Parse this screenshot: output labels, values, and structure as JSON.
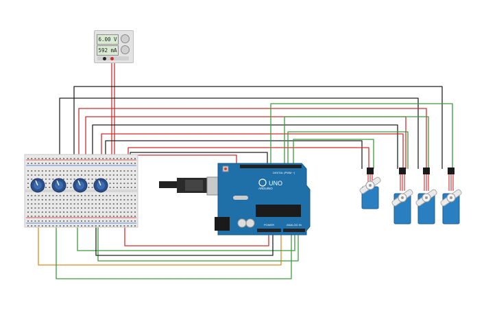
{
  "app": {
    "canvas_background": "#ffffff"
  },
  "power_supply": {
    "voltage": "6.00 V",
    "current": "592 mA",
    "terminals": [
      "black-terminal",
      "red-terminal"
    ]
  },
  "arduino": {
    "model_label": "UNO",
    "brand_label": "ARDUINO",
    "digital_header_label": "DIGITAL (PWM ~)",
    "power_header_label": "POWER",
    "analog_header_label": "ANALOG IN",
    "board_color": "#1f6fa8"
  },
  "breadboard": {
    "potentiometer_count": 4,
    "body_color": "#e8e8e8"
  },
  "servos": {
    "count": 4,
    "body_color": "#2a7fc1"
  },
  "colors": {
    "wire_red": "#d62b2b",
    "wire_black": "#222222",
    "wire_green": "#3a9a3a",
    "wire_orange": "#e08a1e",
    "pot_knob": "#2b4f8a"
  }
}
